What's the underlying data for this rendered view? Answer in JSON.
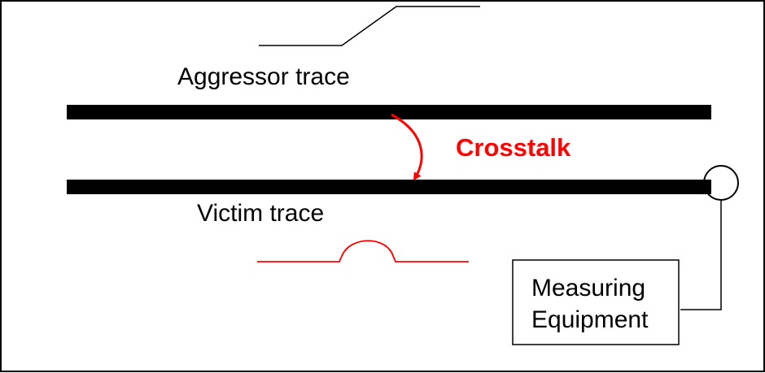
{
  "labels": {
    "aggressor": "Aggressor trace",
    "victim": "Victim trace",
    "crosstalk": "Crosstalk",
    "measuring_line1": "Measuring",
    "measuring_line2": "Equipment"
  },
  "colors": {
    "trace": "#000000",
    "crosstalk": "#ff0000",
    "background": "#ffffff"
  }
}
